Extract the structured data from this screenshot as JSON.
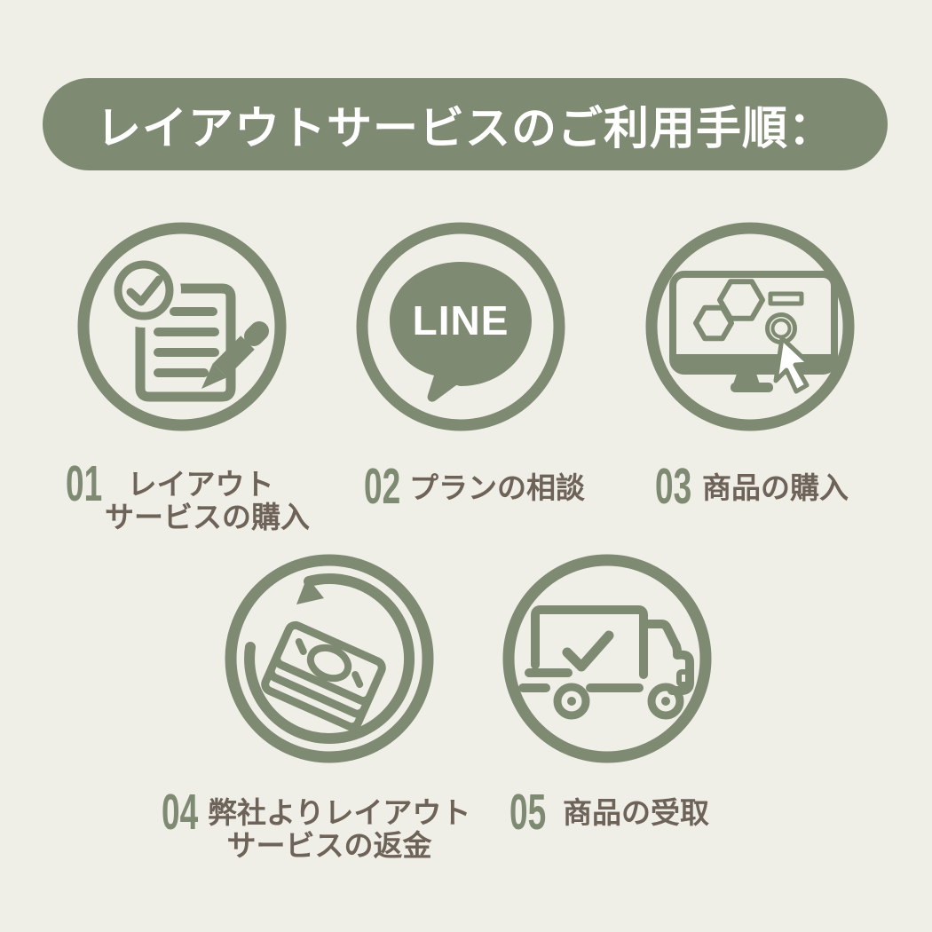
{
  "page": {
    "background_color": "#EFEEE7",
    "accent_color": "#7E8A71",
    "label_color": "#6E6358"
  },
  "header": {
    "title": "レイアウトサービスのご利用手順：",
    "background_color": "#7E8A71",
    "text_color": "#FFFFFF"
  },
  "steps": [
    {
      "number": "01",
      "label_lines": [
        "レイアウト",
        "サービスの購入"
      ],
      "icon": "checklist-pencil-icon"
    },
    {
      "number": "02",
      "label_lines": [
        "プランの相談"
      ],
      "icon": "line-app-icon",
      "icon_text": "LINE"
    },
    {
      "number": "03",
      "label_lines": [
        "商品の購入"
      ],
      "icon": "monitor-cursor-icon"
    },
    {
      "number": "04",
      "label_lines": [
        "弊社よりレイアウト",
        "サービスの返金"
      ],
      "icon": "money-refund-icon"
    },
    {
      "number": "05",
      "label_lines": [
        "商品の受取"
      ],
      "icon": "delivery-truck-icon"
    }
  ]
}
